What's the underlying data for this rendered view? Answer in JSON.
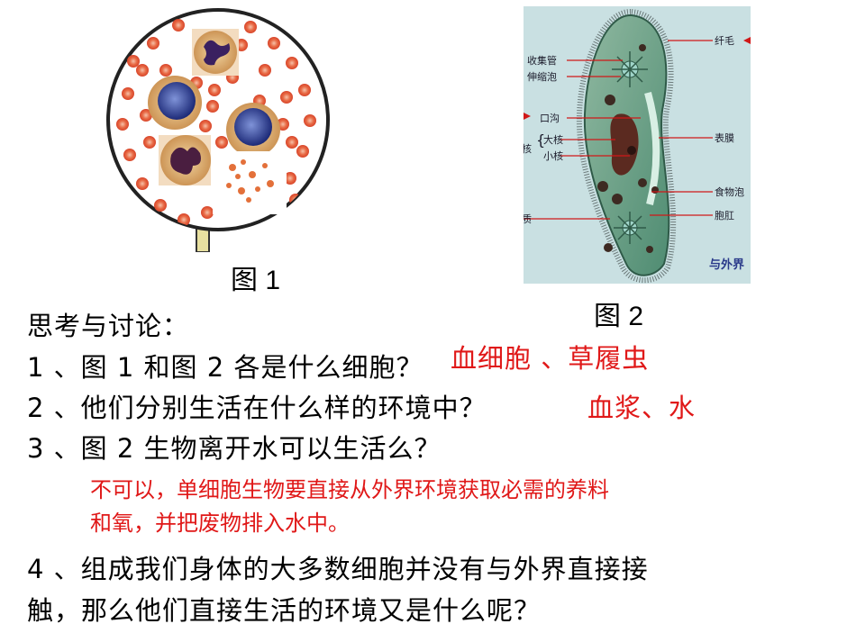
{
  "figure1": {
    "caption": "图 1"
  },
  "figure2": {
    "caption": "图 2",
    "labels": {
      "cilia": "纤毛",
      "collecting_tube": "收集管",
      "contractile_vacuole": "伸缩泡",
      "oral_groove": "口沟",
      "macronucleus": "大核",
      "micronucleus": "小核",
      "nucleus_partial": "核",
      "pellicle": "表膜",
      "food_vacuole": "食物泡",
      "anal_pore": "胞肛",
      "cytoplasm_partial": "质",
      "corner_text": "与外界"
    }
  },
  "discussion": {
    "heading": "思考与讨论：",
    "q1": "1 、图 1 和图 2 各是什么细胞？",
    "q1_answer": "血细胞 、草履虫",
    "q2": "2 、他们分别生活在什么样的环境中？",
    "q2_answer": "血浆、水",
    "q3": "3 、图 2 生物离开水可以生活么？",
    "q3_answer_line1": "不可以，单细胞生物要直接从外界环境获取必需的养料",
    "q3_answer_line2": "和氧，并把废物排入水中。",
    "q4_line1": "4 、组成我们身体的大多数细胞并没有与外界直接接",
    "q4_line2": "触，那么他们直接生活的环境又是什么呢？"
  },
  "colors": {
    "answer_red": "#e01818",
    "rbc": "#e8502a",
    "wbc_cytoplasm": "#d9a86a",
    "wbc_nucleus": "#2b3a8f",
    "paramecium_bg": "#c7dfe0",
    "paramecium_body": "#6c9e84"
  }
}
